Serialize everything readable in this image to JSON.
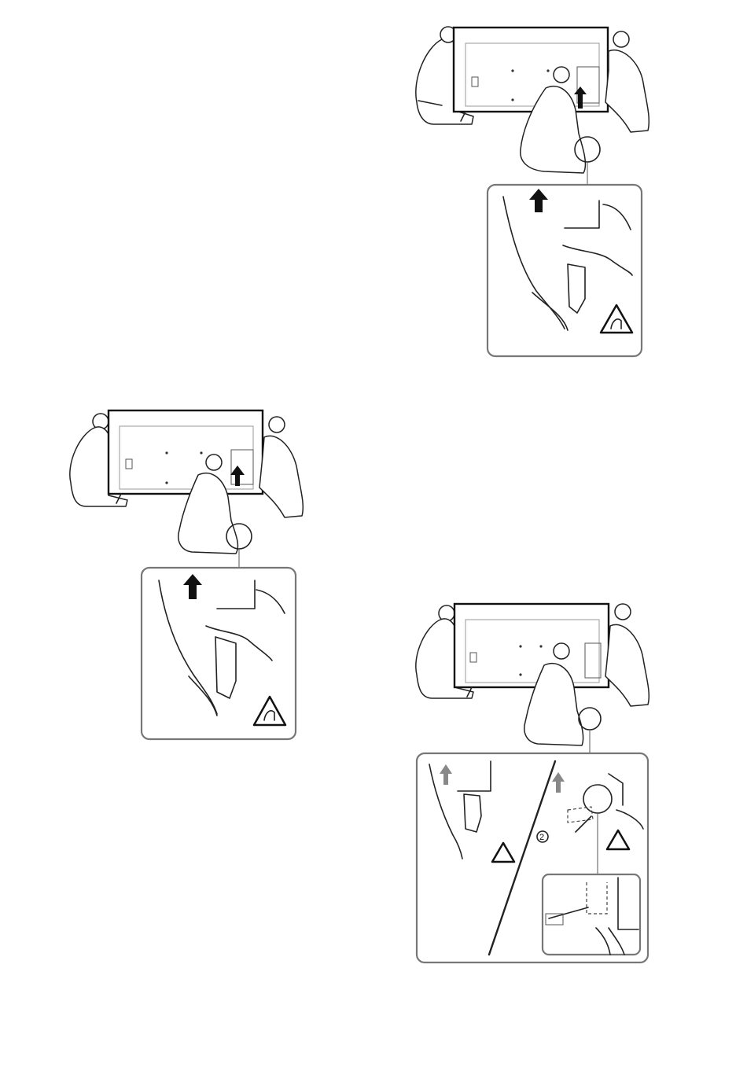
{
  "page": {
    "figures": [
      {
        "id": "remove-stand-front",
        "icon": "caution-pinch-icon"
      },
      {
        "id": "remove-stand-rear",
        "icon": "caution-pinch-icon"
      },
      {
        "id": "remove-stand-screw",
        "icon": "caution-pinch-icon",
        "step_marker": "2"
      }
    ]
  },
  "figure3": {
    "step_marker": "2"
  }
}
